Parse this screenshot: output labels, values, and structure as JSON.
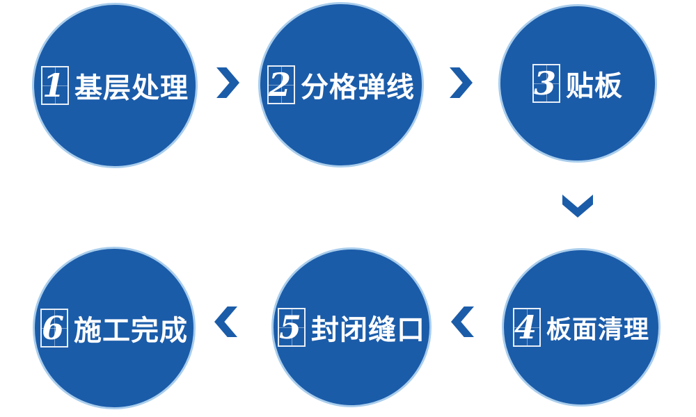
{
  "diagram": {
    "type": "process-flow",
    "colors": {
      "circle_fill": "#1b5ca9",
      "circle_ring": "#a9cdec",
      "arrow": "#1b5ca9",
      "text": "#ffffff"
    },
    "steps": [
      {
        "number": "1",
        "label": "基层处理"
      },
      {
        "number": "2",
        "label": "分格弹线"
      },
      {
        "number": "3",
        "label": "贴板"
      },
      {
        "number": "4",
        "label": "板面清理"
      },
      {
        "number": "5",
        "label": "封闭缝口"
      },
      {
        "number": "6",
        "label": "施工完成"
      }
    ],
    "arrows": [
      {
        "from": "1",
        "to": "2",
        "direction": "right"
      },
      {
        "from": "2",
        "to": "3",
        "direction": "right"
      },
      {
        "from": "3",
        "to": "4",
        "direction": "down"
      },
      {
        "from": "4",
        "to": "5",
        "direction": "left"
      },
      {
        "from": "5",
        "to": "6",
        "direction": "left"
      }
    ]
  }
}
